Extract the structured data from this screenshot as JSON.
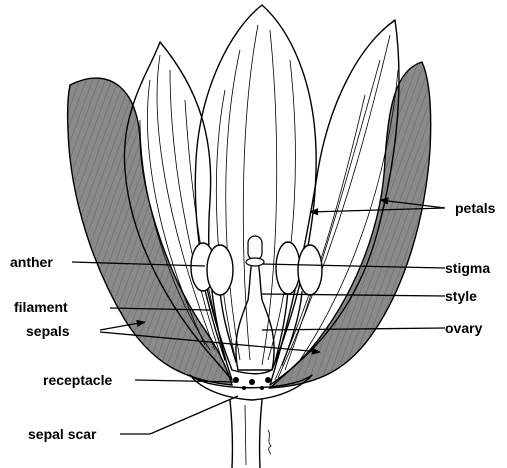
{
  "labels": {
    "petals": "petals",
    "stigma": "stigma",
    "style": "style",
    "ovary": "ovary",
    "anther": "anther",
    "filament": "filament",
    "sepals": "sepals",
    "receptacle": "receptacle",
    "sepal_scar": "sepal scar"
  },
  "colors": {
    "ink": "#000000",
    "shade": "#8a8a8a",
    "paper": "#ffffff"
  }
}
